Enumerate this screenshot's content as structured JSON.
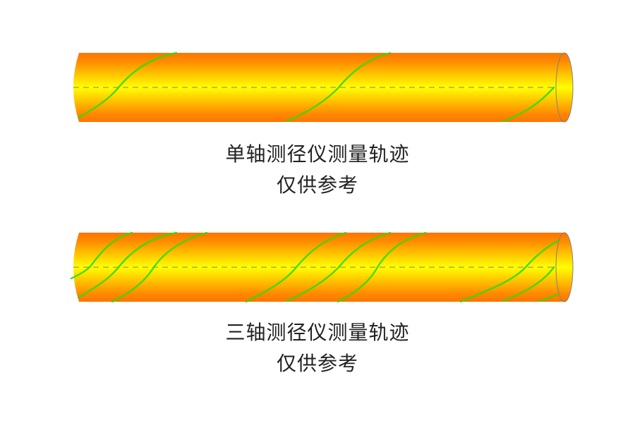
{
  "colors": {
    "tube_edge": "#ff7300",
    "tube_center": "#ffff00",
    "track": "#33dd00",
    "axis_line": "#808080",
    "cap_outline": "#808080",
    "text": "#222222"
  },
  "diagrams": [
    {
      "id": "single-axis",
      "title": "单轴测径仪测量轨迹",
      "note": "仅供参考",
      "track_count": 3
    },
    {
      "id": "three-axis",
      "title": "三轴测径仪测量轨迹",
      "note": "仅供参考",
      "track_count": 9
    }
  ]
}
